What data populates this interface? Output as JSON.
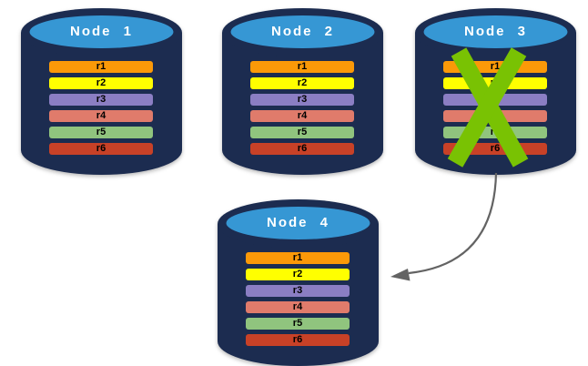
{
  "style": {
    "background_color": "#FFFFFF",
    "cylinder_body_color": "#1C2C50",
    "cylinder_top_color": "#3697D4",
    "node_label_color": "#FFFFFF",
    "record_label_color": "#000000"
  },
  "nodes": [
    {
      "label": "Node 1",
      "failed": false,
      "records": [
        {
          "label": "r1",
          "color": "#FB9908"
        },
        {
          "label": "r2",
          "color": "#FFFF00"
        },
        {
          "label": "r3",
          "color": "#8B7EC3"
        },
        {
          "label": "r4",
          "color": "#E07B6B"
        },
        {
          "label": "r5",
          "color": "#90C47E"
        },
        {
          "label": "r6",
          "color": "#C84127"
        }
      ]
    },
    {
      "label": "Node 2",
      "failed": false,
      "records": [
        {
          "label": "r1",
          "color": "#FB9908"
        },
        {
          "label": "r2",
          "color": "#FFFF00"
        },
        {
          "label": "r3",
          "color": "#8B7EC3"
        },
        {
          "label": "r4",
          "color": "#E07B6B"
        },
        {
          "label": "r5",
          "color": "#90C47E"
        },
        {
          "label": "r6",
          "color": "#C84127"
        }
      ]
    },
    {
      "label": "Node 3",
      "failed": true,
      "records": [
        {
          "label": "r1",
          "color": "#FB9908"
        },
        {
          "label": "r2",
          "color": "#FFFF00"
        },
        {
          "label": "r3",
          "color": "#8B7EC3"
        },
        {
          "label": "r4",
          "color": "#E07B6B"
        },
        {
          "label": "r5",
          "color": "#90C47E"
        },
        {
          "label": "r6",
          "color": "#C84127"
        }
      ]
    },
    {
      "label": "Node 4",
      "failed": false,
      "records": [
        {
          "label": "r1",
          "color": "#FB9908"
        },
        {
          "label": "r2",
          "color": "#FFFF00"
        },
        {
          "label": "r3",
          "color": "#8B7EC3"
        },
        {
          "label": "r4",
          "color": "#E07B6B"
        },
        {
          "label": "r5",
          "color": "#90C47E"
        },
        {
          "label": "r6",
          "color": "#C84127"
        }
      ]
    }
  ],
  "annotations": {
    "failure_x": {
      "on_node": "Node 3",
      "color": "#79C203"
    },
    "arrow": {
      "from_node": "Node 3",
      "to_node": "Node 4",
      "color": "#636363"
    }
  }
}
